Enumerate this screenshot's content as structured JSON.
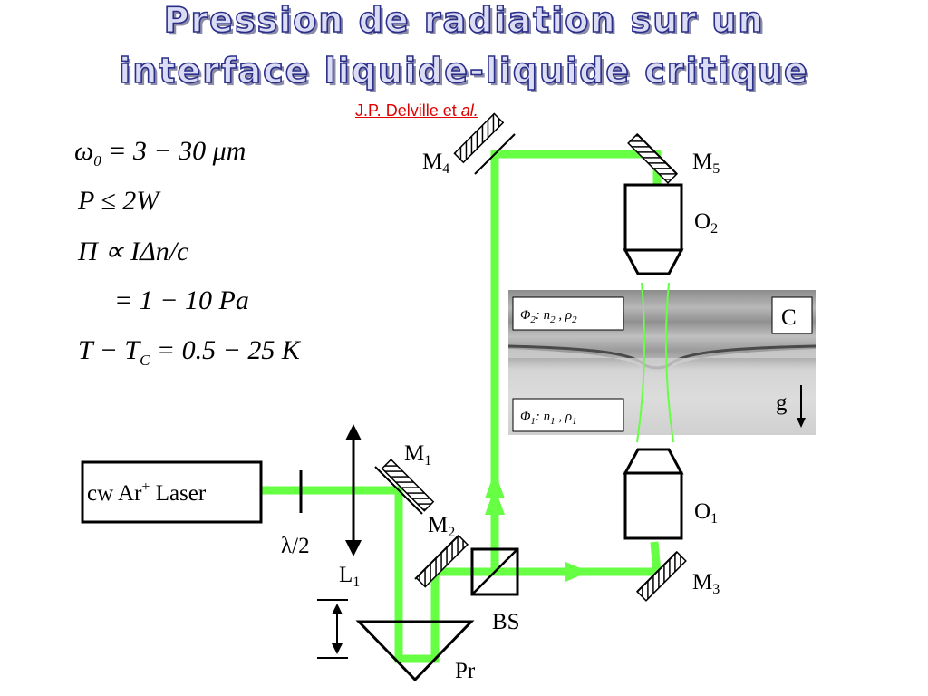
{
  "title": {
    "line1": "Pression de radiation sur un",
    "line2": "interface liquide-liquide critique"
  },
  "author": {
    "name": "J.P. Delville et ",
    "etal": "al."
  },
  "equations": {
    "eq1": {
      "lhs": "ω",
      "sub": "0",
      "rhs": " = 3 − 30 μm"
    },
    "eq2": {
      "text": "P ≤ 2W"
    },
    "eq3": {
      "text": "Π ∝ IΔn/c"
    },
    "eq4": {
      "text": "= 1 − 10 Pa"
    },
    "eq5": {
      "lhs": "T − T",
      "sub": "C",
      "rhs": " = 0.5 − 25 K"
    }
  },
  "labels": {
    "laser": {
      "main": "cw Ar",
      "sup": "+",
      "rest": " Laser"
    },
    "half_wave": "λ/2",
    "lens": {
      "main": "L",
      "sub": "1"
    },
    "m1": {
      "main": "M",
      "sub": "1"
    },
    "m2": {
      "main": "M",
      "sub": "2"
    },
    "m3": {
      "main": "M",
      "sub": "3"
    },
    "m4": {
      "main": "M",
      "sub": "4"
    },
    "m5": {
      "main": "M",
      "sub": "5"
    },
    "o1": {
      "main": "O",
      "sub": "1"
    },
    "o2": {
      "main": "O",
      "sub": "2"
    },
    "bs": "BS",
    "prism": "Pr",
    "cell": "C",
    "gravity": "g",
    "phase2": {
      "phi": "Φ",
      "phi_sub": "2",
      "n": ": n",
      "n_sub": "2",
      "sep": " , ρ",
      "rho_sub": "2"
    },
    "phase1": {
      "phi": "Φ",
      "phi_sub": "1",
      "n": ": n",
      "n_sub": "1",
      "sep": " , ρ",
      "rho_sub": "1"
    }
  },
  "colors": {
    "beam": "#66ff44",
    "title_stroke": "#2a2f8a",
    "title_fill": "#dcdcf4",
    "author": "#e00000"
  }
}
